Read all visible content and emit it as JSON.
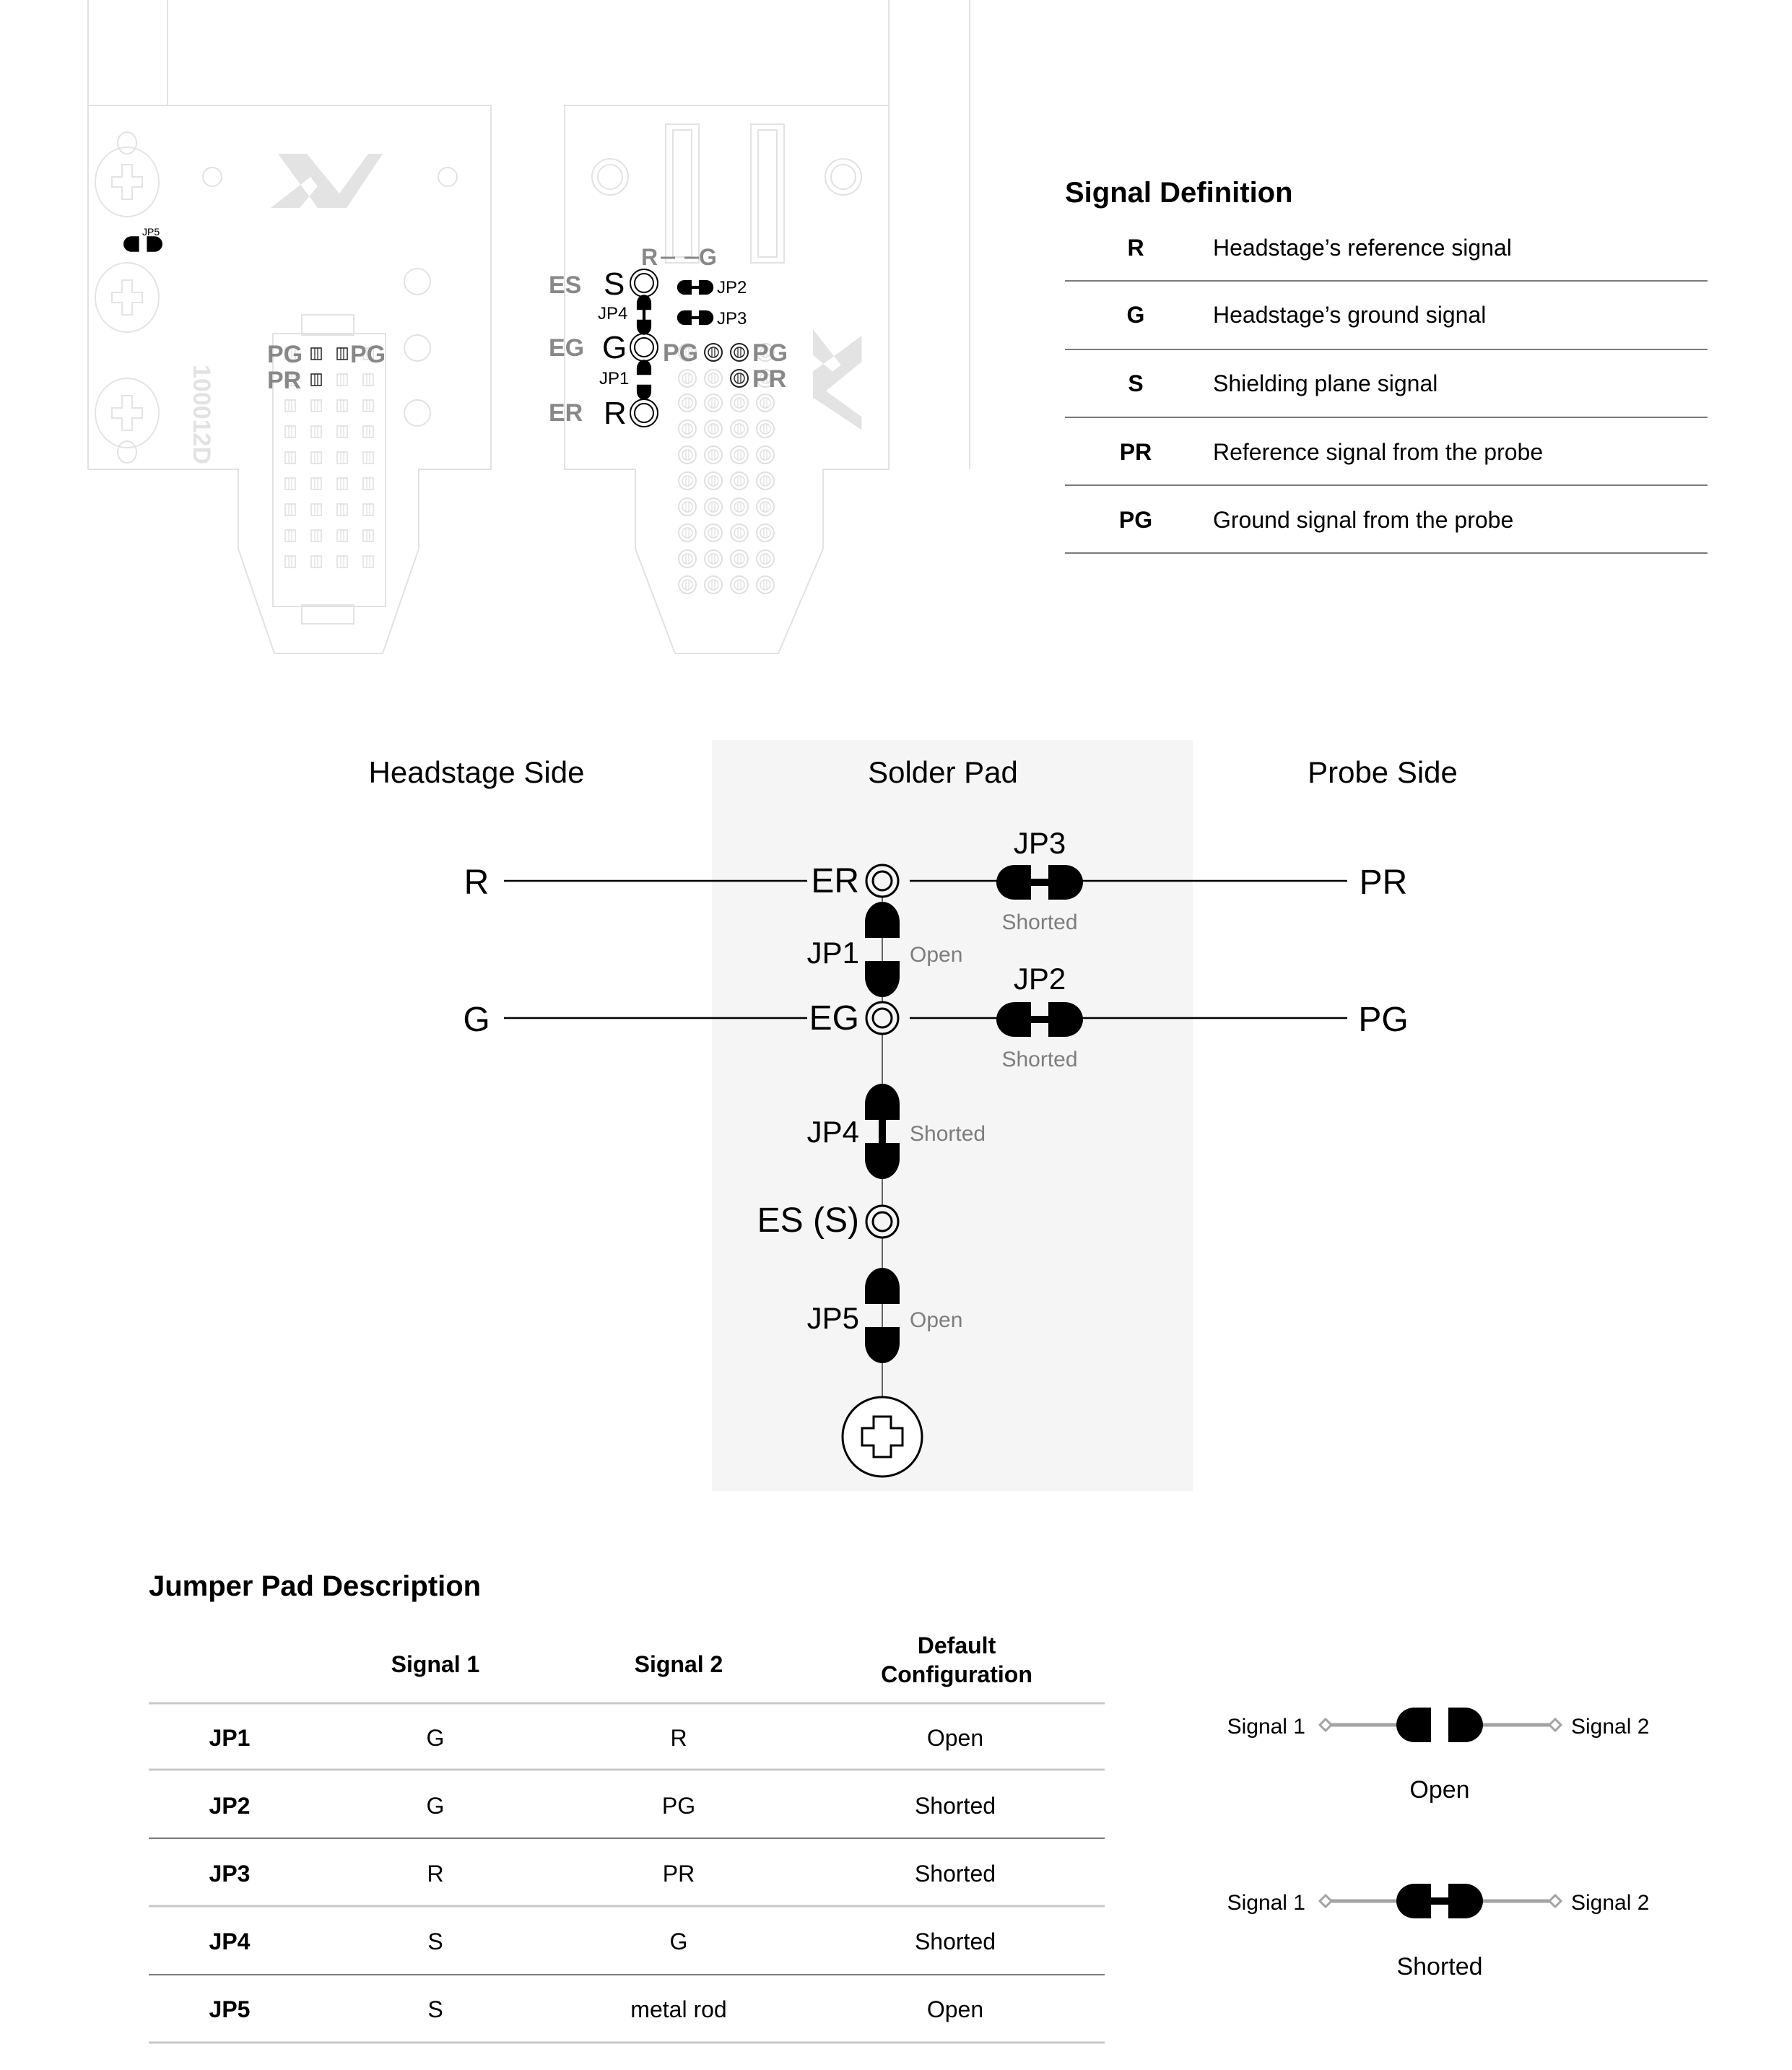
{
  "pcb": {
    "left_board": {
      "part_number": "100012D",
      "jumper_label": "JP5",
      "pad_labels": [
        "PG",
        "PG",
        "PR"
      ]
    },
    "right_board": {
      "top_label_left": "R",
      "top_label_right": "G",
      "electrode_labels": [
        "ES",
        "EG",
        "ER"
      ],
      "pad_letters": [
        "S",
        "G",
        "R"
      ],
      "jumper_labels": [
        "JP2",
        "JP3",
        "JP4",
        "JP1"
      ],
      "probe_labels": [
        "PG",
        "PG",
        "PR"
      ]
    }
  },
  "signal_definition": {
    "title": "Signal Definition",
    "rows": [
      {
        "code": "R",
        "description": "Headstage’s reference signal"
      },
      {
        "code": "G",
        "description": "Headstage’s ground signal"
      },
      {
        "code": "S",
        "description": "Shielding plane signal"
      },
      {
        "code": "PR",
        "description": "Reference signal from the probe"
      },
      {
        "code": "PG",
        "description": "Ground signal from the probe"
      }
    ]
  },
  "schematic": {
    "columns": {
      "headstage": "Headstage Side",
      "solder_pad": "Solder Pad",
      "probe": "Probe Side"
    },
    "headstage_signals": [
      "R",
      "G"
    ],
    "probe_signals": [
      "PR",
      "PG"
    ],
    "pads": {
      "er": "ER",
      "eg": "EG",
      "es": "ES (S)"
    },
    "jumpers": {
      "jp3": {
        "label": "JP3",
        "state": "Shorted"
      },
      "jp1": {
        "label": "JP1",
        "state": "Open"
      },
      "jp2": {
        "label": "JP2",
        "state": "Shorted"
      },
      "jp4": {
        "label": "JP4",
        "state": "Shorted"
      },
      "jp5": {
        "label": "JP5",
        "state": "Open"
      }
    },
    "colors": {
      "pad_background": "#f5f5f5",
      "status_text": "#7d7d7d"
    }
  },
  "jumper_pad_description": {
    "title": "Jumper Pad Description",
    "headers": [
      "",
      "Signal 1",
      "Signal 2",
      "Default",
      "Configuration"
    ],
    "rows": [
      {
        "jumper": "JP1",
        "signal1": "G",
        "signal2": "R",
        "default": "Open"
      },
      {
        "jumper": "JP2",
        "signal1": "G",
        "signal2": "PG",
        "default": "Shorted"
      },
      {
        "jumper": "JP3",
        "signal1": "R",
        "signal2": "PR",
        "default": "Shorted"
      },
      {
        "jumper": "JP4",
        "signal1": "S",
        "signal2": "G",
        "default": "Shorted"
      },
      {
        "jumper": "JP5",
        "signal1": "S",
        "signal2": "metal rod",
        "default": "Open"
      }
    ]
  },
  "legend": {
    "open": {
      "signal1": "Signal 1",
      "signal2": "Signal 2",
      "caption": "Open"
    },
    "shorted": {
      "signal1": "Signal 1",
      "signal2": "Signal 2",
      "caption": "Shorted"
    }
  }
}
